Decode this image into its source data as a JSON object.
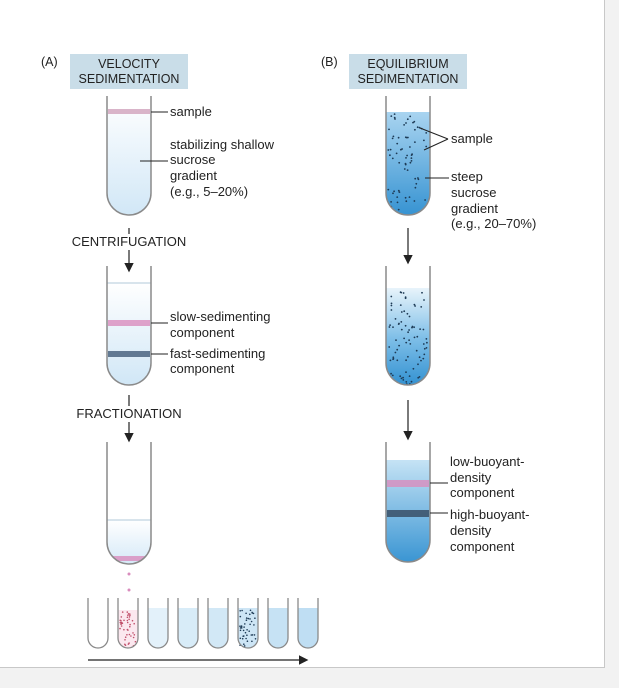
{
  "panel_a": {
    "tag": "(A)",
    "title_line1": "VELOCITY",
    "title_line2": "SEDIMENTATION",
    "sample": "sample",
    "gradient_lines": [
      "stabilizing shallow",
      "sucrose",
      "gradient",
      "(e.g., 5–20%)"
    ],
    "step1": "CENTRIFUGATION",
    "slow_lines": [
      "slow-sedimenting",
      "component"
    ],
    "fast_lines": [
      "fast-sedimenting",
      "component"
    ],
    "step2": "FRACTIONATION"
  },
  "panel_b": {
    "tag": "(B)",
    "title_line1": "EQUILIBRIUM",
    "title_line2": "SEDIMENTATION",
    "sample": "sample",
    "gradient_lines": [
      "steep",
      "sucrose",
      "gradient",
      "(e.g., 20–70%)"
    ],
    "low_lines": [
      "low-buoyant-",
      "density",
      "component"
    ],
    "high_lines": [
      "high-buoyant-",
      "density",
      "component"
    ]
  },
  "colors": {
    "header_bg": "#c9dde8",
    "tube_outline": "#8a8a8a",
    "pale_gradient": "#d6eaf7",
    "steep_gradient": "#3d9cd6",
    "slow_band": "#c86aa8",
    "fast_band": "#3a5a78"
  }
}
